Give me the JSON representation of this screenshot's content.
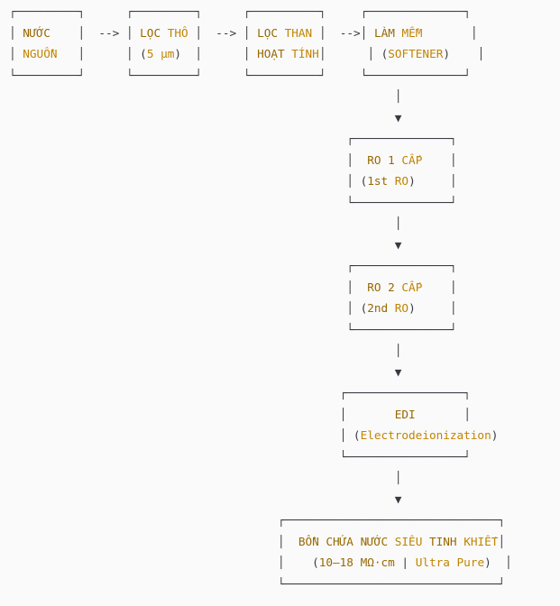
{
  "colors": {
    "background": "#fafafa",
    "dark": "#383a42",
    "gold_dark": "#986801",
    "gold_light": "#c18401"
  },
  "flowchart": {
    "type": "ascii-flowchart",
    "top_row_stages": [
      {
        "label": "NƯỚC NGUỒN"
      },
      {
        "label": "LỌC THÔ",
        "detail": "(5 μm)"
      },
      {
        "label": "LỌC THAN HOẠT TÍNH"
      },
      {
        "label": "LÀM MỀM",
        "detail": "(SOFTENER)"
      }
    ],
    "column_stages": [
      {
        "label": "RO 1 CẤP",
        "detail": "(1st RO)"
      },
      {
        "label": "RO 2 CẤP",
        "detail": "(2nd RO)"
      },
      {
        "label": "EDI",
        "detail": "(Electrodeionization)"
      },
      {
        "label": "BỒN CHỨA NƯỚC SIÊU TINH KHIẾT",
        "detail": "(10–18 MΩ·cm | Ultra Pure)"
      }
    ],
    "horizontal_connector": "-->",
    "vertical_connector_pipe": "│",
    "vertical_connector_arrow": "▼"
  },
  "diagram": {
    "lines": [
      [
        [
          "d",
          "┌─────────┐"
        ],
        [
          "sp",
          6
        ],
        [
          "d",
          "┌─────────┐"
        ],
        [
          "sp",
          6
        ],
        [
          "d",
          "┌──────────┐"
        ],
        [
          "sp",
          5
        ],
        [
          "d",
          "┌──────────────┐"
        ]
      ],
      [
        [
          "d",
          "│ "
        ],
        [
          "g1",
          "NƯỚC"
        ],
        [
          "sp",
          4
        ],
        [
          "d",
          "│"
        ],
        [
          "sp",
          2
        ],
        [
          "d",
          "-->"
        ],
        [
          "sp",
          1
        ],
        [
          "d",
          "│ "
        ],
        [
          "g1",
          "LỌC"
        ],
        [
          "sp",
          1
        ],
        [
          "g2",
          "THÔ"
        ],
        [
          "sp",
          1
        ],
        [
          "d",
          "│"
        ],
        [
          "sp",
          2
        ],
        [
          "d",
          "-->"
        ],
        [
          "sp",
          1
        ],
        [
          "d",
          "│ "
        ],
        [
          "g1",
          "LỌC"
        ],
        [
          "sp",
          1
        ],
        [
          "g2",
          "THAN"
        ],
        [
          "sp",
          1
        ],
        [
          "d",
          "│"
        ],
        [
          "sp",
          2
        ],
        [
          "d",
          "-->"
        ],
        [
          "d",
          "│ "
        ],
        [
          "g1",
          "LÀM"
        ],
        [
          "sp",
          1
        ],
        [
          "g2",
          "MỀM"
        ],
        [
          "sp",
          7
        ],
        [
          "d",
          "│"
        ]
      ],
      [
        [
          "d",
          "│ "
        ],
        [
          "g2",
          "NGUỒN"
        ],
        [
          "sp",
          3
        ],
        [
          "d",
          "│"
        ],
        [
          "sp",
          6
        ],
        [
          "d",
          "│ ("
        ],
        [
          "g2",
          "5 μm"
        ],
        [
          "d",
          ")"
        ],
        [
          "sp",
          2
        ],
        [
          "d",
          "│"
        ],
        [
          "sp",
          6
        ],
        [
          "d",
          "│ "
        ],
        [
          "g1",
          "HOẠT"
        ],
        [
          "sp",
          1
        ],
        [
          "g2",
          "TÍNH"
        ],
        [
          "d",
          "│"
        ],
        [
          "sp",
          6
        ],
        [
          "d",
          "│ ("
        ],
        [
          "g2",
          "SOFTENER"
        ],
        [
          "d",
          ")"
        ],
        [
          "sp",
          4
        ],
        [
          "d",
          "│"
        ]
      ],
      [
        [
          "d",
          "└─────────┘"
        ],
        [
          "sp",
          6
        ],
        [
          "d",
          "└─────────┘"
        ],
        [
          "sp",
          6
        ],
        [
          "d",
          "└──────────┘"
        ],
        [
          "sp",
          5
        ],
        [
          "d",
          "└──────────────┘"
        ]
      ],
      [
        [
          "sp",
          56
        ],
        [
          "d",
          "│"
        ]
      ],
      [
        [
          "sp",
          56
        ],
        [
          "d",
          "▼"
        ]
      ],
      [
        [
          "sp",
          49
        ],
        [
          "d",
          "┌──────────────┐"
        ]
      ],
      [
        [
          "sp",
          49
        ],
        [
          "d",
          "│"
        ],
        [
          "sp",
          2
        ],
        [
          "g1",
          "RO 1"
        ],
        [
          "sp",
          1
        ],
        [
          "g2",
          "CẤP"
        ],
        [
          "sp",
          4
        ],
        [
          "d",
          "│"
        ]
      ],
      [
        [
          "sp",
          49
        ],
        [
          "d",
          "│ ("
        ],
        [
          "g1",
          "1st"
        ],
        [
          "sp",
          1
        ],
        [
          "g2",
          "RO"
        ],
        [
          "d",
          ")"
        ],
        [
          "sp",
          5
        ],
        [
          "d",
          "│"
        ]
      ],
      [
        [
          "sp",
          49
        ],
        [
          "d",
          "└──────────────┘"
        ]
      ],
      [
        [
          "sp",
          56
        ],
        [
          "d",
          "│"
        ]
      ],
      [
        [
          "sp",
          56
        ],
        [
          "d",
          "▼"
        ]
      ],
      [
        [
          "sp",
          49
        ],
        [
          "d",
          "┌──────────────┐"
        ]
      ],
      [
        [
          "sp",
          49
        ],
        [
          "d",
          "│"
        ],
        [
          "sp",
          2
        ],
        [
          "g1",
          "RO 2"
        ],
        [
          "sp",
          1
        ],
        [
          "g2",
          "CẤP"
        ],
        [
          "sp",
          4
        ],
        [
          "d",
          "│"
        ]
      ],
      [
        [
          "sp",
          49
        ],
        [
          "d",
          "│ ("
        ],
        [
          "g1",
          "2nd"
        ],
        [
          "sp",
          1
        ],
        [
          "g2",
          "RO"
        ],
        [
          "d",
          ")"
        ],
        [
          "sp",
          5
        ],
        [
          "d",
          "│"
        ]
      ],
      [
        [
          "sp",
          49
        ],
        [
          "d",
          "└──────────────┘"
        ]
      ],
      [
        [
          "sp",
          56
        ],
        [
          "d",
          "│"
        ]
      ],
      [
        [
          "sp",
          56
        ],
        [
          "d",
          "▼"
        ]
      ],
      [
        [
          "sp",
          48
        ],
        [
          "d",
          "┌─────────────────┐"
        ]
      ],
      [
        [
          "sp",
          48
        ],
        [
          "d",
          "│"
        ],
        [
          "sp",
          7
        ],
        [
          "g1",
          "EDI"
        ],
        [
          "sp",
          7
        ],
        [
          "d",
          "│"
        ]
      ],
      [
        [
          "sp",
          48
        ],
        [
          "d",
          "│ ("
        ],
        [
          "g2",
          "Electrodeionization"
        ],
        [
          "d",
          ")"
        ]
      ],
      [
        [
          "sp",
          48
        ],
        [
          "d",
          "└─────────────────┘"
        ]
      ],
      [
        [
          "sp",
          56
        ],
        [
          "d",
          "│"
        ]
      ],
      [
        [
          "sp",
          56
        ],
        [
          "d",
          "▼"
        ]
      ],
      [
        [
          "sp",
          39
        ],
        [
          "d",
          "┌───────────────────────────────┐"
        ]
      ],
      [
        [
          "sp",
          39
        ],
        [
          "d",
          "│"
        ],
        [
          "sp",
          2
        ],
        [
          "g1",
          "BỒN CHỨA NƯỚC "
        ],
        [
          "g2",
          "SIÊU "
        ],
        [
          "g1",
          "TINH "
        ],
        [
          "g2",
          "KHIẾT"
        ],
        [
          "d",
          "│"
        ]
      ],
      [
        [
          "sp",
          39
        ],
        [
          "d",
          "│"
        ],
        [
          "sp",
          4
        ],
        [
          "d",
          "("
        ],
        [
          "g1",
          "10–18 MΩ·cm"
        ],
        [
          "d",
          " | "
        ],
        [
          "g2",
          "Ultra Pure"
        ],
        [
          "d",
          ")"
        ],
        [
          "sp",
          2
        ],
        [
          "d",
          "│"
        ]
      ],
      [
        [
          "sp",
          39
        ],
        [
          "d",
          "└───────────────────────────────┘"
        ]
      ]
    ]
  }
}
